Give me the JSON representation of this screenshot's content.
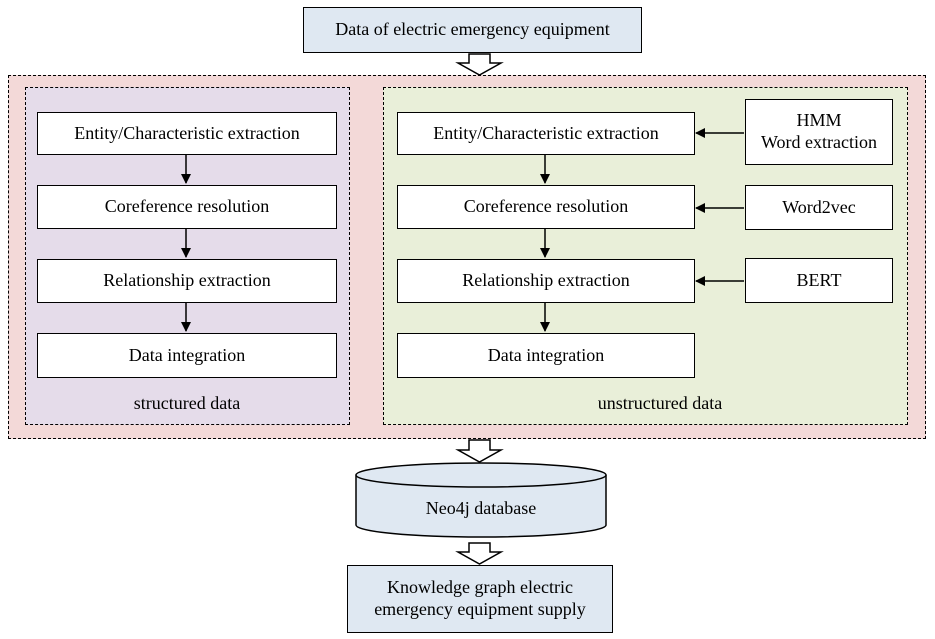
{
  "input_box": "Data of electric emergency equipment",
  "structured": {
    "steps": [
      "Entity/Characteristic extraction",
      "Coreference resolution",
      "Relationship extraction",
      "Data integration"
    ],
    "label": "structured data"
  },
  "unstructured": {
    "steps": [
      "Entity/Characteristic extraction",
      "Coreference resolution",
      "Relationship extraction",
      "Data integration"
    ],
    "label": "unstructured data",
    "methods": [
      "HMM\nWord extraction",
      "Word2vec",
      "BERT"
    ]
  },
  "database": "Neo4j database",
  "output_box": "Knowledge graph electric\nemergency equipment supply",
  "colors": {
    "outer_region": "#f3d9d8",
    "structured_region": "#e5dcea",
    "unstructured_region": "#e9efd9",
    "blue_box": "#dfe8f2"
  }
}
